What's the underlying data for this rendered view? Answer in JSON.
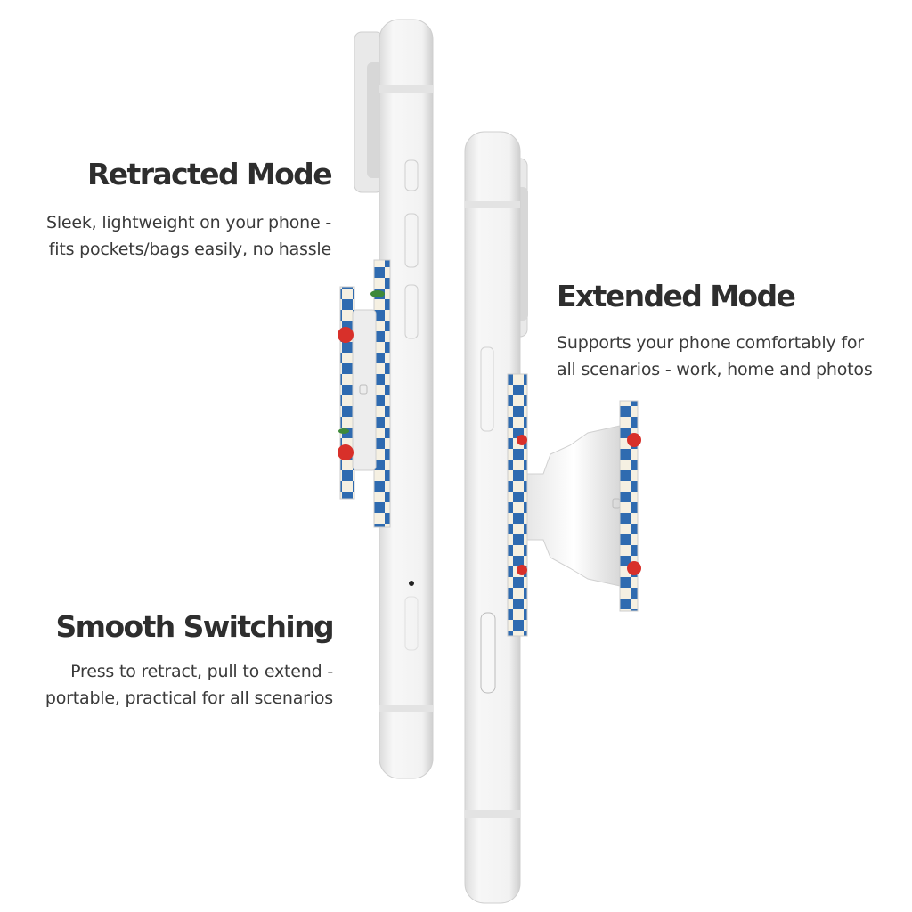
{
  "features": {
    "retracted": {
      "title": "Retracted Mode",
      "line1": "Sleek, lightweight on your phone -",
      "line2": "fits pockets/bags easily, no hassle"
    },
    "extended": {
      "title": "Extended Mode",
      "line1": "Supports your phone comfortably for",
      "line2": "all scenarios - work, home and photos"
    },
    "smooth": {
      "title": "Smooth Switching",
      "line1": "Press to retract, pull to extend -",
      "line2": "portable, practical for all scenarios"
    }
  },
  "colors": {
    "phone": "#f4f4f4",
    "phone_edge": "#d9d9d9",
    "pattern_blue": "#2f6bb0",
    "pattern_cream": "#f5f0e2",
    "cherry_red": "#d8302a",
    "leaf_green": "#3f8a3a"
  },
  "icons": [
    "phone-side-left",
    "phone-side-right",
    "grip-retracted",
    "grip-extended"
  ]
}
